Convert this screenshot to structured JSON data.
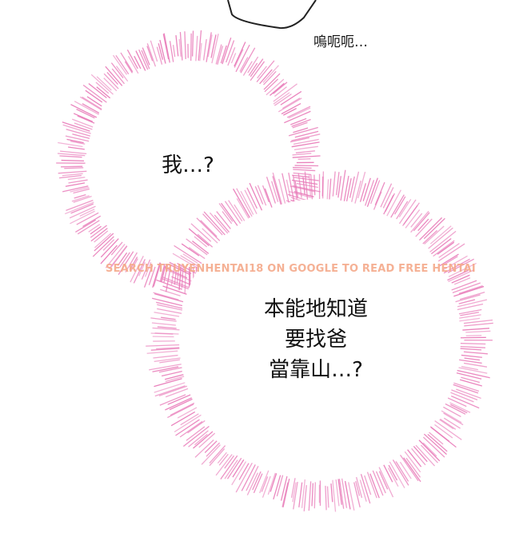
{
  "panel": {
    "sfx": "嗚呃呃…",
    "bubble1": "我…?",
    "bubble2_lines": [
      "本能地知道",
      "要找爸",
      "當靠山…?"
    ],
    "watermark": "SEARCH TRUYENHENTAI18 ON GOOGLE TO READ FREE HENTAI"
  },
  "colors": {
    "burst": "#e87ab8",
    "text": "#111111",
    "watermark": "#f5a98a"
  }
}
